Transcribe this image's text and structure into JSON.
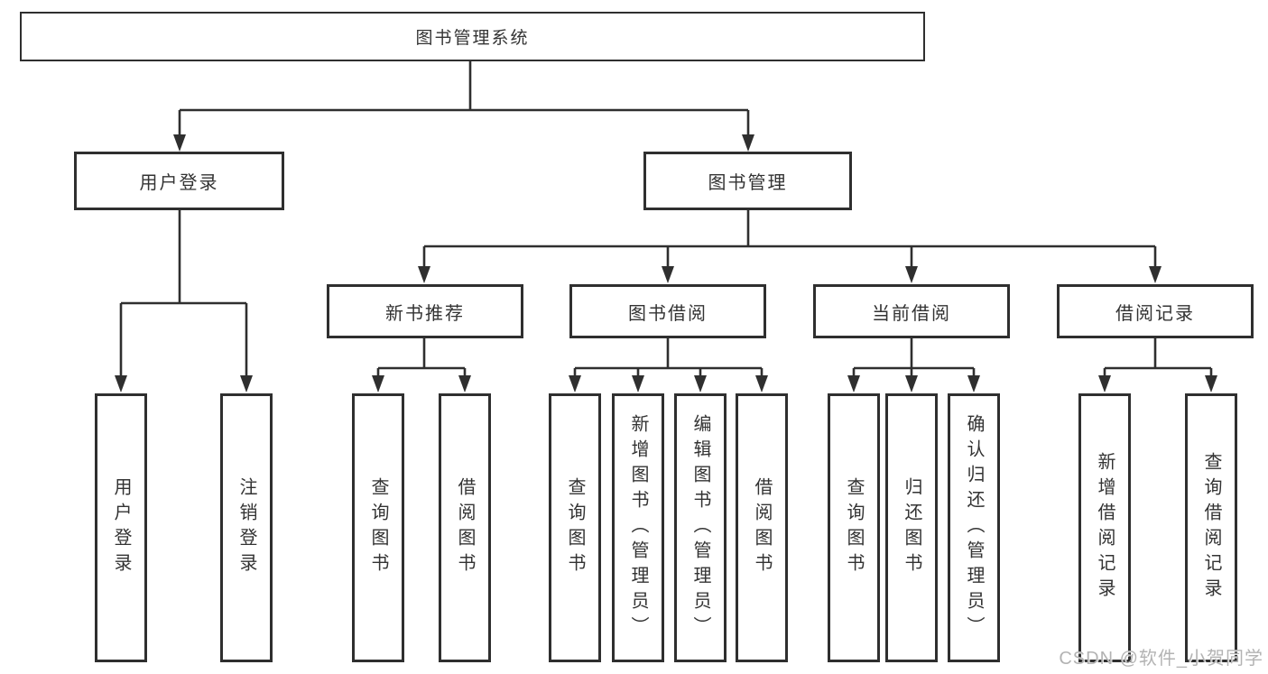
{
  "diagram_type": "hierarchy-tree",
  "watermark": "CSDN @软件_小贺同学",
  "colors": {
    "background": "#ffffff",
    "line": "#2f2f2f",
    "box_border": "#2f2f2f",
    "text": "#333333",
    "watermark": "#b3b3b3"
  },
  "tree": {
    "label": "图书管理系统",
    "children": [
      {
        "label": "用户登录",
        "children": [
          {
            "label": "用户登录"
          },
          {
            "label": "注销登录"
          }
        ]
      },
      {
        "label": "图书管理",
        "children": [
          {
            "label": "新书推荐",
            "children": [
              {
                "label": "查询图书"
              },
              {
                "label": "借阅图书"
              }
            ]
          },
          {
            "label": "图书借阅",
            "children": [
              {
                "label": "查询图书"
              },
              {
                "label": "新增图书（管理员）"
              },
              {
                "label": "编辑图书（管理员）"
              },
              {
                "label": "借阅图书"
              }
            ]
          },
          {
            "label": "当前借阅",
            "children": [
              {
                "label": "查询图书"
              },
              {
                "label": "归还图书"
              },
              {
                "label": "确认归还（管理员）"
              }
            ]
          },
          {
            "label": "借阅记录",
            "children": [
              {
                "label": "新增借阅记录"
              },
              {
                "label": "查询借阅记录"
              }
            ]
          }
        ]
      }
    ]
  }
}
